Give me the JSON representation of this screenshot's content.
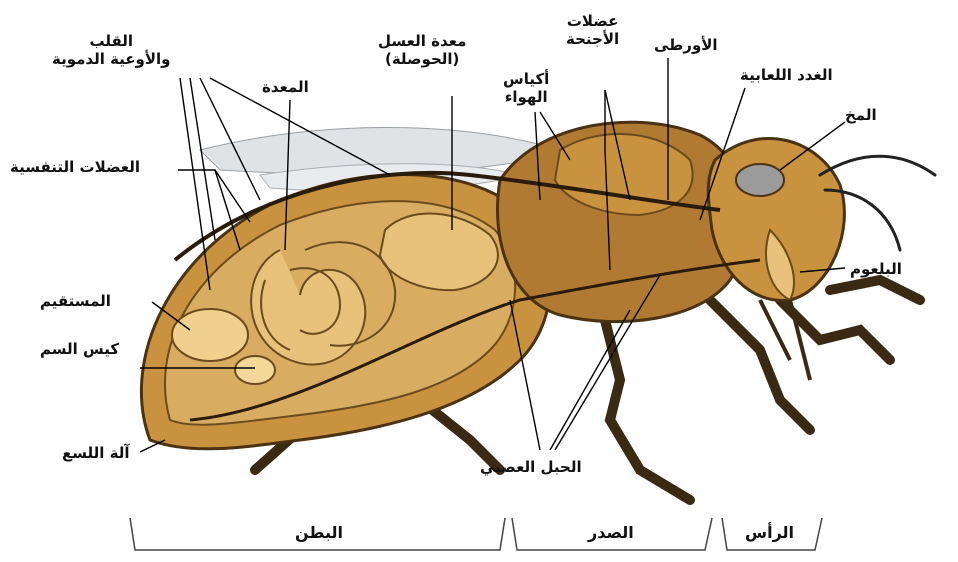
{
  "labels": {
    "heart_line1": "القلب",
    "heart_line2": "والأوعية الدموية",
    "stomach": "المعدة",
    "honey_stomach_line1": "معدة العسل",
    "honey_stomach_line2": "(الحوصلة)",
    "air_sacs_line1": "أكياس",
    "air_sacs_line2": "الهواء",
    "wing_muscles_line1": "عضلات",
    "wing_muscles_line2": "الأجنحة",
    "aorta": "الأورطى",
    "salivary_glands": "الغدد اللعابية",
    "brain": "المخ",
    "respiratory_muscles": "العضلات التنفسية",
    "rectum": "المستقيم",
    "venom_sac": "كيس السم",
    "stinger": "آلة اللسع",
    "nerve_cord": "الحبل العصبي",
    "pharynx": "البلعوم",
    "abdomen": "البطن",
    "thorax": "الصدر",
    "head": "الرأس"
  },
  "colors": {
    "body": "#c8923f",
    "body_dark": "#6b4a1c",
    "organ": "#e8c27a",
    "hair": "#b07a32",
    "wing": "#dfe3e6"
  }
}
